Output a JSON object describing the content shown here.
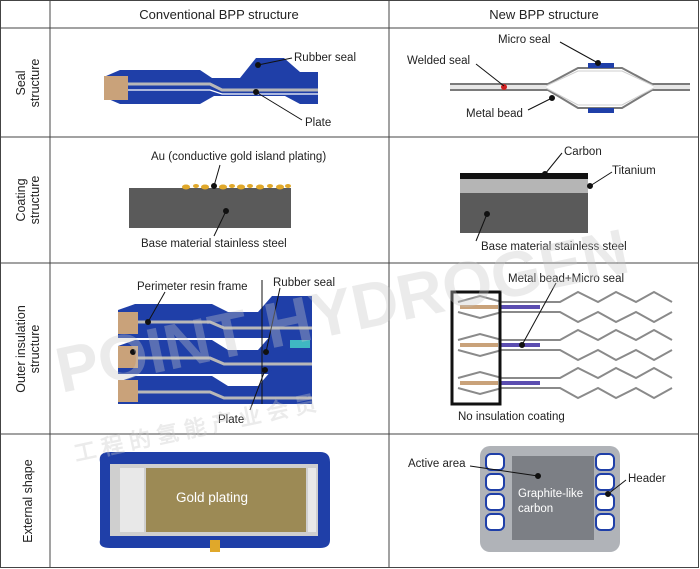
{
  "headers": {
    "conventional": "Conventional BPP structure",
    "new": "New BPP structure"
  },
  "rows": {
    "seal": "Seal structure",
    "coating": "Coating structure",
    "insulation": "Outer insulation structure",
    "shape": "External shape"
  },
  "seal": {
    "conv_rubber": "Rubber seal",
    "conv_plate": "Plate",
    "new_micro": "Micro seal",
    "new_welded": "Welded seal",
    "new_bead": "Metal bead"
  },
  "coating": {
    "conv_au": "Au (conductive gold island plating)",
    "conv_base": "Base material stainless steel",
    "new_carbon": "Carbon",
    "new_titanium": "Titanium",
    "new_base": "Base material stainless steel"
  },
  "insulation": {
    "conv_frame": "Perimeter resin frame",
    "conv_rubber": "Rubber seal",
    "conv_plate": "Plate",
    "new_bead": "Metal bead+Micro seal",
    "new_noins": "No insulation coating"
  },
  "shape": {
    "conv_gold": "Gold plating",
    "new_active": "Active area",
    "new_graphite": "Graphite-like carbon",
    "new_header": "Header"
  },
  "watermark": {
    "latin": "POINT HYDROGEN",
    "cjk": "工 程 的 氢 能 产 业 会 员"
  },
  "colors": {
    "seal_blue": "#1f3fa8",
    "plate_grey": "#9a9a9a",
    "gold": "#e0a82a",
    "tan": "#c9a27a",
    "steel": "#5a5a5a"
  }
}
